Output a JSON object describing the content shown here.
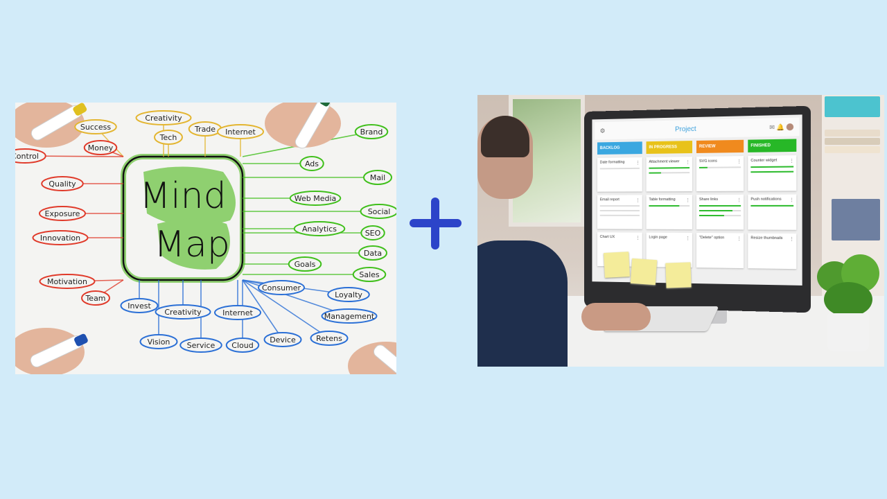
{
  "mindmap": {
    "center": [
      "Mind",
      "Map"
    ],
    "colors": {
      "yellow": "#e3b530",
      "red": "#e03a2a",
      "green": "#3fbf1a",
      "blue": "#2a6fd6",
      "highlight": "#8fd070"
    },
    "yellow_nodes": [
      "Success",
      "Creativity",
      "Tech",
      "Trade",
      "Internet"
    ],
    "red_nodes": [
      "Money",
      "Control",
      "Quality",
      "Exposure",
      "Innovation",
      "Motivation",
      "Team"
    ],
    "green_nodes": [
      "Brand",
      "Ads",
      "Mail",
      "Web Media",
      "Social",
      "Analytics",
      "SEO",
      "Data",
      "Goals",
      "Sales"
    ],
    "blue_nodes": [
      "Consumer",
      "Loyalty",
      "Management",
      "Retens",
      "Device",
      "Internet",
      "Cloud",
      "Service",
      "Creativity",
      "Vision",
      "Invest"
    ]
  },
  "plus_color": "#2c44c9",
  "kanban": {
    "title": "Project",
    "icons": [
      "gear-icon",
      "mail-icon",
      "bell-icon",
      "avatar"
    ],
    "columns": [
      {
        "label": "BACKLOG",
        "color": "#3aa7e0",
        "cards": [
          {
            "title": "Date formatting",
            "progress": [
              0
            ]
          },
          {
            "title": "Email report",
            "progress": [
              0,
              0,
              0
            ]
          },
          {
            "title": "Chart UX",
            "progress": []
          }
        ]
      },
      {
        "label": "IN PROGRESS",
        "color": "#e8c21a",
        "cards": [
          {
            "title": "Attachment viewer",
            "progress": [
              100,
              30
            ]
          },
          {
            "title": "Table formatting",
            "progress": [
              75
            ]
          },
          {
            "title": "Login page",
            "progress": []
          }
        ]
      },
      {
        "label": "REVIEW",
        "color": "#f08a1e",
        "cards": [
          {
            "title": "SVG icons",
            "progress": [
              20
            ]
          },
          {
            "title": "Share links",
            "progress": [
              100,
              80,
              60
            ]
          },
          {
            "title": "\"Delete\" option",
            "progress": []
          }
        ]
      },
      {
        "label": "FINISHED",
        "color": "#27b827",
        "cards": [
          {
            "title": "Counter widget",
            "progress": [
              100,
              100
            ]
          },
          {
            "title": "Push notifications",
            "progress": [
              100
            ]
          },
          {
            "title": "Resize thumbnails",
            "progress": []
          }
        ]
      }
    ]
  }
}
